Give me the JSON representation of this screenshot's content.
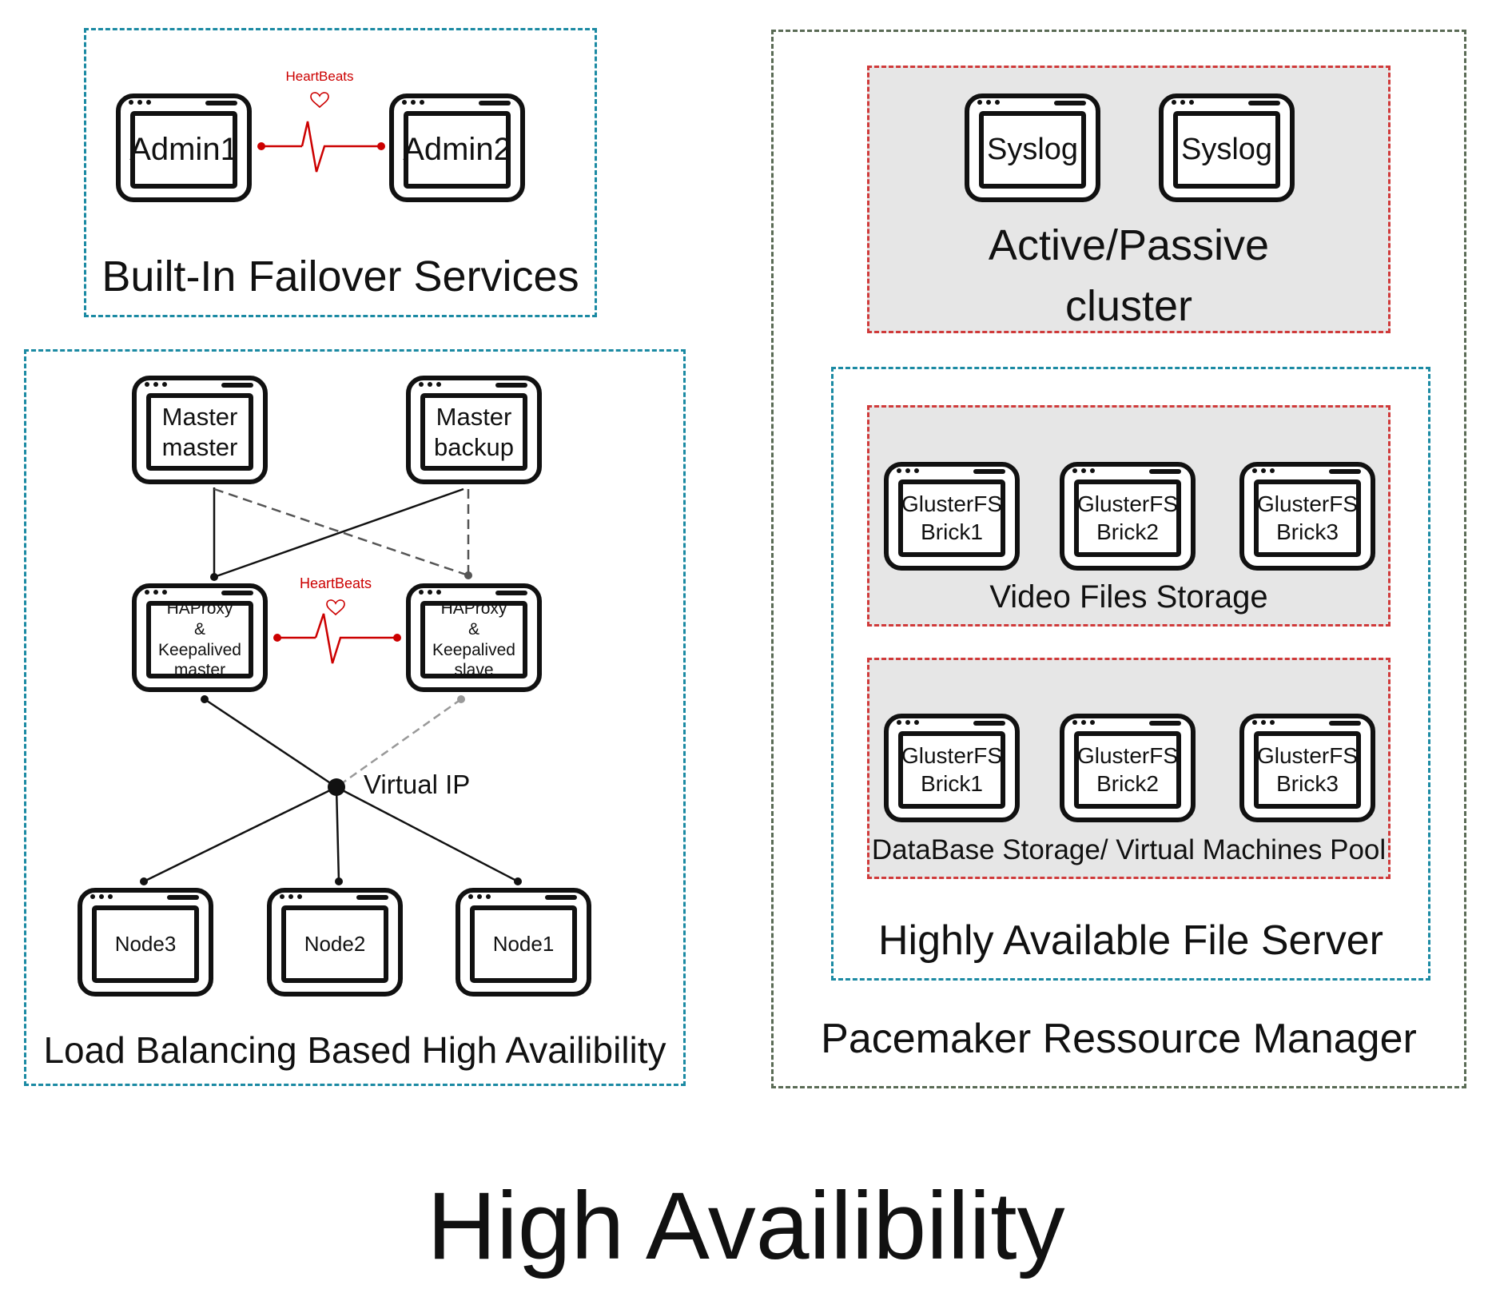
{
  "title": "High Availibility",
  "failover": {
    "caption": "Built-In Failover Services",
    "node_a": "Admin1",
    "node_b": "Admin2",
    "heartbeat": "HeartBeats"
  },
  "load_balancing": {
    "caption": "Load Balancing Based High Availibility",
    "masters": [
      "Master\nmaster",
      "Master\nbackup"
    ],
    "haproxy": [
      "HAProxy\n& Keepalived\nmaster",
      "HAProxy\n& Keepalived\nslave"
    ],
    "heartbeat": "HeartBeats",
    "virtual_ip": "Virtual IP",
    "nodes": [
      "Node3",
      "Node2",
      "Node1"
    ]
  },
  "pacemaker": {
    "caption": "Pacemaker Ressource Manager",
    "active_passive": {
      "nodes": [
        "Syslog",
        "Syslog"
      ],
      "caption": "Active/Passive\ncluster"
    },
    "file_server": {
      "caption": "Highly Available File Server",
      "video": {
        "caption": "Video Files Storage",
        "bricks": [
          "GlusterFS\nBrick1",
          "GlusterFS\nBrick2",
          "GlusterFS\nBrick3"
        ]
      },
      "database": {
        "caption": "DataBase Storage/ Virtual Machines Pool",
        "bricks": [
          "GlusterFS\nBrick1",
          "GlusterFS\nBrick2",
          "GlusterFS\nBrick3"
        ]
      }
    }
  },
  "colors": {
    "blue_border": "#1b8aa3",
    "green_border": "#5a6b55",
    "red_border": "#d03a3a",
    "heartbeat": "#cc0000",
    "cluster_fill": "#e6e6e6"
  }
}
